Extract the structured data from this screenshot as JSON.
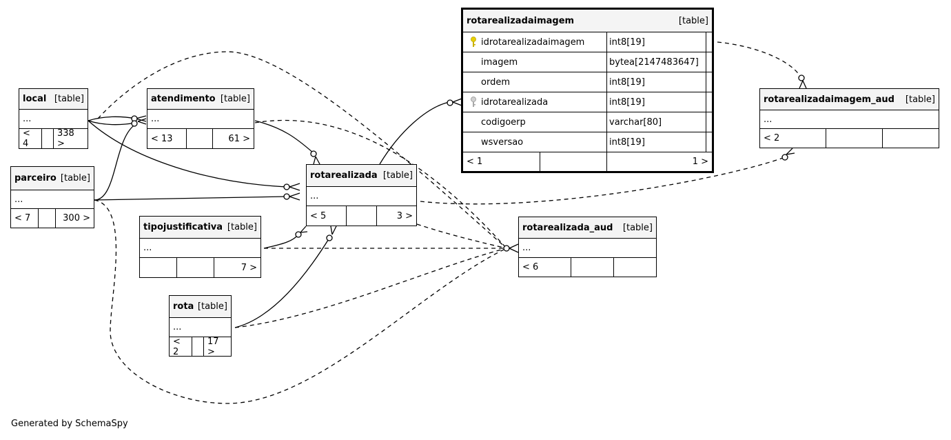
{
  "caption": "Generated by SchemaSpy",
  "table_tag": "[table]",
  "colors": {
    "border": "#000000",
    "header_bg": "#f4f4f4",
    "primary_key": "#e8d000",
    "foreign_key": "#a8a8a8"
  },
  "tables": {
    "local": {
      "name": "local",
      "ellipsis": "...",
      "parents": "< 4",
      "children": "338 >"
    },
    "atendimento": {
      "name": "atendimento",
      "ellipsis": "...",
      "parents": "< 13",
      "children": "61 >"
    },
    "parceiro": {
      "name": "parceiro",
      "ellipsis": "...",
      "parents": "< 7",
      "children": "300 >"
    },
    "rotarealizada": {
      "name": "rotarealizada",
      "ellipsis": "...",
      "parents": "< 5",
      "children": "3 >"
    },
    "tipojustificativa": {
      "name": "tipojustificativa",
      "ellipsis": "...",
      "parents": "",
      "children": "7 >"
    },
    "rota": {
      "name": "rota",
      "ellipsis": "...",
      "parents": "< 2",
      "children": "17 >"
    },
    "rotarealizada_aud": {
      "name": "rotarealizada_aud",
      "ellipsis": "...",
      "parents": "< 6",
      "children": ""
    },
    "rotarealizadaimagem_aud": {
      "name": "rotarealizadaimagem_aud",
      "ellipsis": "...",
      "parents": "< 2",
      "children": ""
    },
    "rotarealizadaimagem": {
      "name": "rotarealizadaimagem",
      "parents": "< 1",
      "children": "1 >",
      "columns": [
        {
          "name": "idrotarealizadaimagem",
          "type": "int8[19]",
          "key": "primary-key-icon"
        },
        {
          "name": "imagem",
          "type": "bytea[2147483647]",
          "key": ""
        },
        {
          "name": "ordem",
          "type": "int8[19]",
          "key": ""
        },
        {
          "name": "idrotarealizada",
          "type": "int8[19]",
          "key": "foreign-key-icon"
        },
        {
          "name": "codigoerp",
          "type": "varchar[80]",
          "key": ""
        },
        {
          "name": "wsversao",
          "type": "int8[19]",
          "key": ""
        }
      ]
    }
  }
}
